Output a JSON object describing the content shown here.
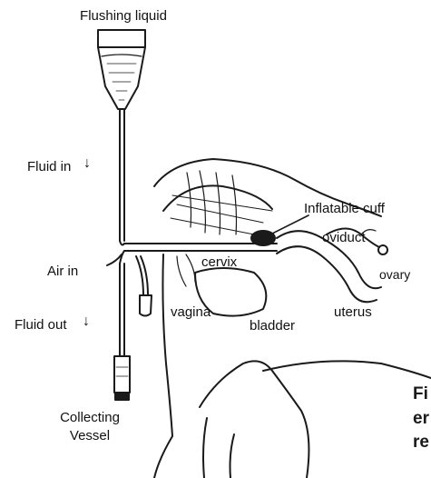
{
  "labels": {
    "flushing_liquid": "Flushing liquid",
    "fluid_in": "Fluid in",
    "air_in": "Air in",
    "fluid_out": "Fluid out",
    "collecting_line1": "Collecting",
    "collecting_line2": "Vessel",
    "inflatable_cuff": "Inflatable cuff",
    "oviduct": "oviduct",
    "ovary": "ovary",
    "cervix": "cervix",
    "vagina": "vagina",
    "bladder": "bladder",
    "uterus": "uterus"
  },
  "arrows": {
    "fluid_in_arrow": "↓",
    "fluid_out_arrow": "↓"
  },
  "caption_fragments": [
    "Fi",
    "er",
    "re"
  ]
}
